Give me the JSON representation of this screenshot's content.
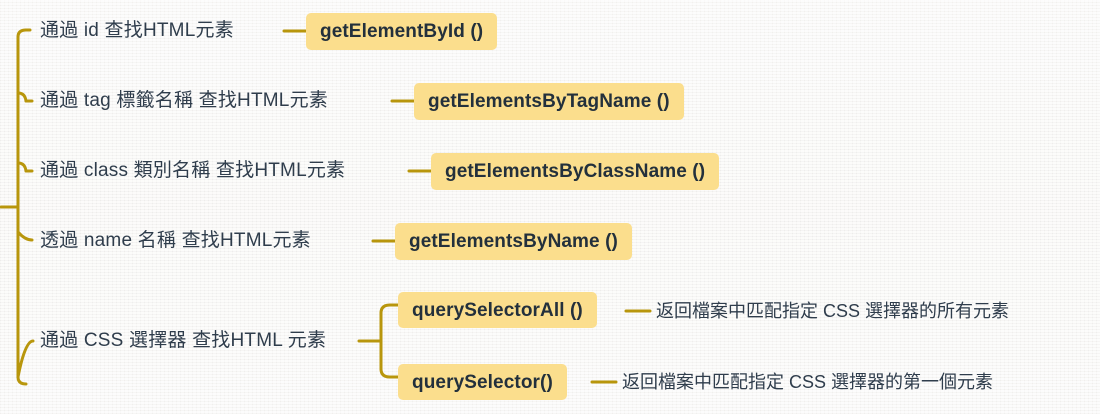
{
  "diagram": {
    "title": "HTML DOM element selection methods mind map",
    "colors": {
      "background": "#f6f5f3",
      "branch_line": "#b8960c",
      "pill_background": "#fbde8d",
      "text": "#2f3d4c",
      "pill_text": "#23303c"
    },
    "branches": [
      {
        "label": "通過 id 查找HTML元素",
        "method": "getElementById ()",
        "children": []
      },
      {
        "label": "通過 tag 標籤名稱 查找HTML元素",
        "method": "getElementsByTagName ()",
        "children": []
      },
      {
        "label": "通過 class 類別名稱 查找HTML元素",
        "method": "getElementsByClassName ()",
        "children": []
      },
      {
        "label": "透過 name 名稱 查找HTML元素",
        "method": "getElementsByName ()",
        "children": []
      },
      {
        "label": "通過 CSS 選擇器 查找HTML 元素",
        "method": null,
        "children": [
          {
            "method": "querySelectorAll ()",
            "description": "返回檔案中匹配指定 CSS 選擇器的所有元素"
          },
          {
            "method": "querySelector()",
            "description": "返回檔案中匹配指定 CSS 選擇器的第一個元素"
          }
        ]
      }
    ]
  }
}
